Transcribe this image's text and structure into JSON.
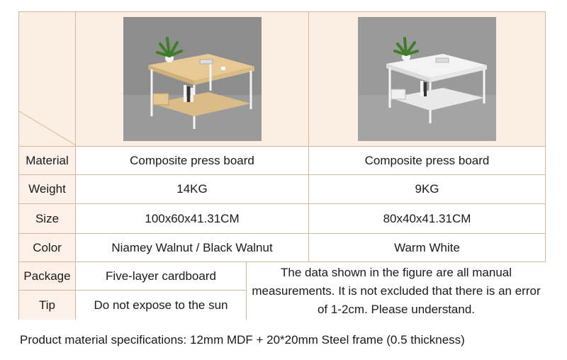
{
  "products": [
    {
      "name": "wood-coffee-table",
      "image_bg": "#8f8f8f",
      "top_color": "#e9cf9c"
    },
    {
      "name": "white-coffee-table",
      "image_bg": "#9a9a9a",
      "top_color": "#f2f2f2"
    }
  ],
  "rows": [
    {
      "label": "Material",
      "col1": "Composite press board",
      "col2": "Composite press board"
    },
    {
      "label": "Weight",
      "col1": "14KG",
      "col2": "9KG"
    },
    {
      "label": "Size",
      "col1": "100x60x41.31CM",
      "col2": "80x40x41.31CM"
    },
    {
      "label": "Color",
      "col1": "Niamey Walnut / Black Walnut",
      "col2": "Warm White"
    },
    {
      "label": "Package",
      "col1": "Five-layer cardboard"
    },
    {
      "label": "Tip",
      "col1": "Do not expose to the sun"
    }
  ],
  "note": "The data shown in the figure are all manual measurements. It is not excluded that there is an error of 1-2cm. Please understand.",
  "footer": "Product material specifications:  12mm MDF + 20*20mm Steel frame (0.5 thickness)",
  "colors": {
    "border": "#d8b79a",
    "label_bg": "#fbf1e8",
    "header_bg": "#fbeee2"
  }
}
